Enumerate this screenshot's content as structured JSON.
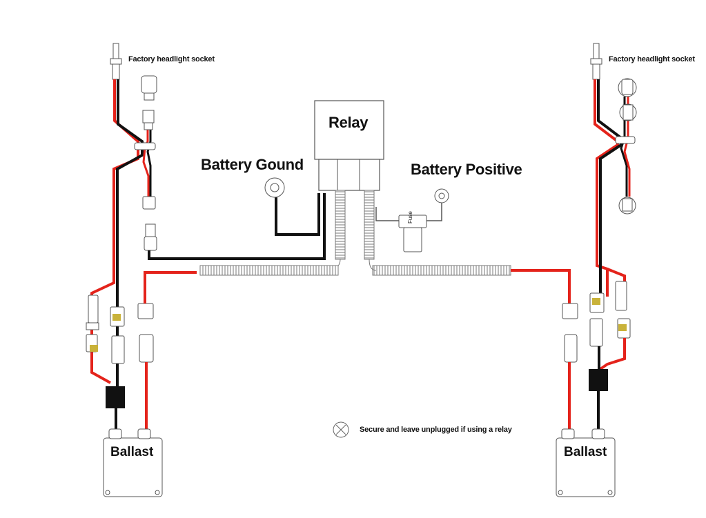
{
  "labels": {
    "relay": "Relay",
    "battery_ground": "Battery Gound",
    "battery_positive": "Battery Positive",
    "fuse": "Fuse",
    "factory_socket_left": "Factory headlight socket",
    "factory_socket_right": "Factory headlight socket",
    "ballast_left": "Ballast",
    "ballast_right": "Ballast",
    "relay_note": "Secure and leave unplugged if using a relay"
  },
  "colors": {
    "red_wire": "#e4231b",
    "black_wire": "#111111",
    "outline": "#555555"
  }
}
